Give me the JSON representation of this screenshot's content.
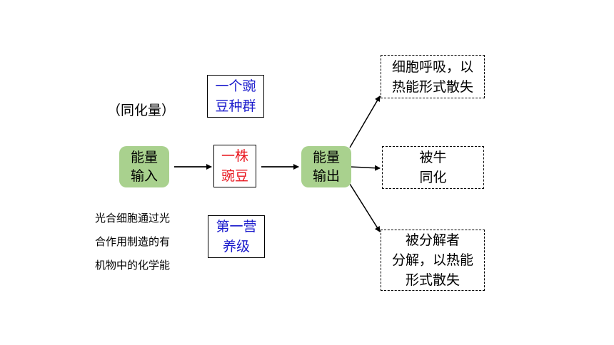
{
  "label_assimilation": "（同化量）",
  "input_node": [
    "能量",
    "输入"
  ],
  "center_node": [
    "一株",
    "豌豆"
  ],
  "population_node": [
    "一个豌",
    "豆种群"
  ],
  "trophic_node": [
    "第一营",
    "养级"
  ],
  "output_node": [
    "能量",
    "输出"
  ],
  "outcome_respiration": [
    "细胞呼吸，以",
    "热能形式散失"
  ],
  "outcome_cattle": [
    "被牛",
    "同化"
  ],
  "outcome_decomposer": [
    "被分解者",
    "分解，以热能",
    "形式散失"
  ],
  "note_lines": [
    "光合细胞通过光",
    "合作用制造的有",
    "机物中的化学能"
  ],
  "colors": {
    "green_fill": "#a9d18e",
    "blue_text": "#1a1acc",
    "red_text": "#e8141c"
  }
}
